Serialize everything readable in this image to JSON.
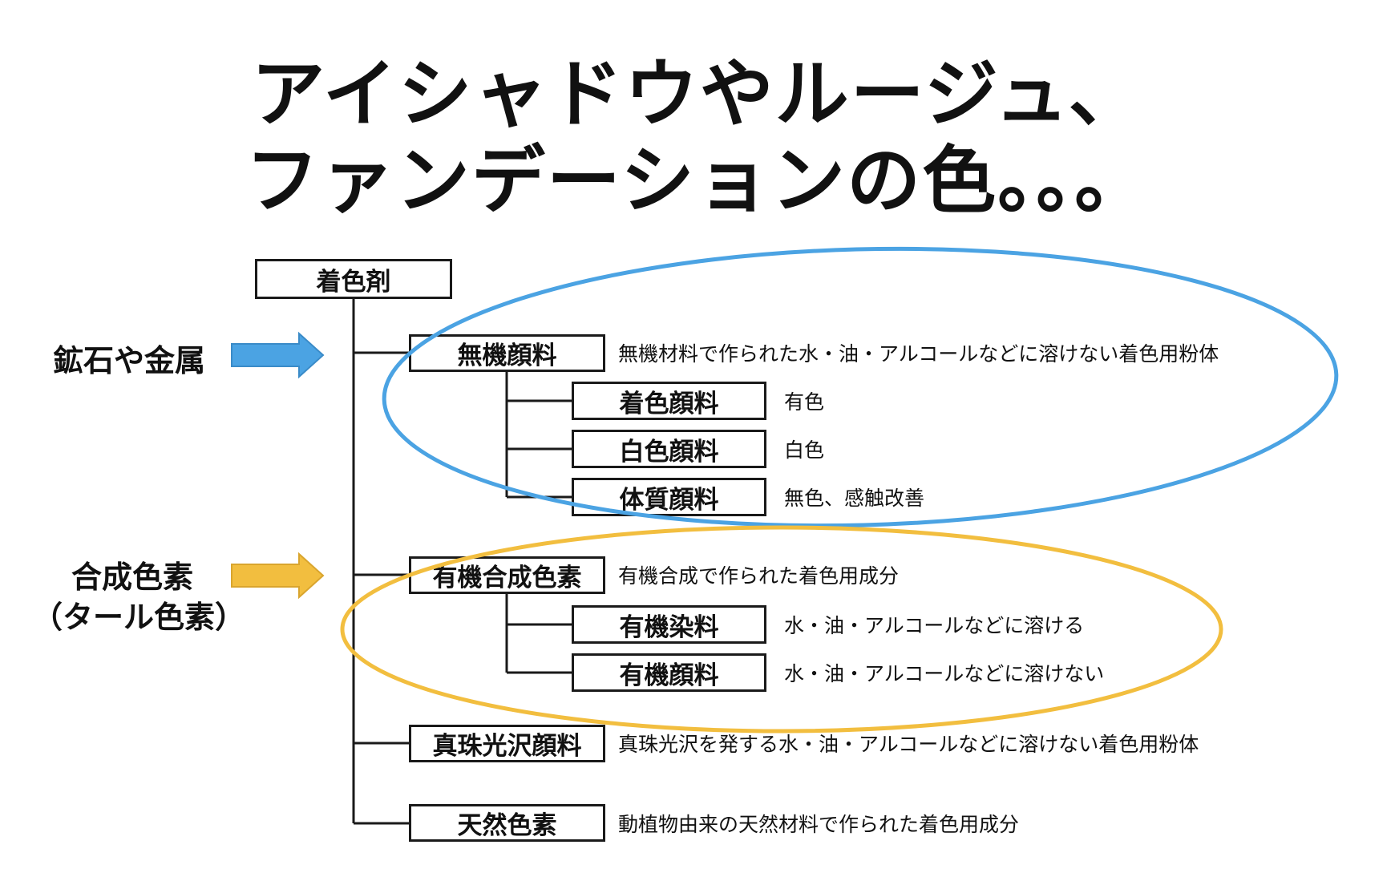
{
  "title": {
    "line1": "アイシャドウやルージュ、",
    "line2": "ファンデーションの色。。。"
  },
  "diagram": {
    "root": "着色剤",
    "categories": [
      {
        "label": "無機顔料",
        "desc": "無機材料で作られた水・油・アルコールなどに溶けない着色用粉体",
        "children": [
          {
            "label": "着色顔料",
            "desc": "有色"
          },
          {
            "label": "白色顔料",
            "desc": "白色"
          },
          {
            "label": "体質顔料",
            "desc": "無色、感触改善"
          }
        ]
      },
      {
        "label": "有機合成色素",
        "desc": "有機合成で作られた着色用成分",
        "children": [
          {
            "label": "有機染料",
            "desc": "水・油・アルコールなどに溶ける"
          },
          {
            "label": "有機顔料",
            "desc": "水・油・アルコールなどに溶けない"
          }
        ]
      },
      {
        "label": "真珠光沢顔料",
        "desc": "真珠光沢を発する水・油・アルコールなどに溶けない着色用粉体"
      },
      {
        "label": "天然色素",
        "desc": "動植物由来の天然材料で作られた着色用成分"
      }
    ]
  },
  "annotations": {
    "minerals": {
      "label": "鉱石や金属"
    },
    "synthetic": {
      "line1": "合成色素",
      "line2": "（タール色素）"
    }
  },
  "colors": {
    "blue": "#4BA3E3",
    "yellow": "#F2BE3F",
    "line": "#1a1a1a"
  }
}
